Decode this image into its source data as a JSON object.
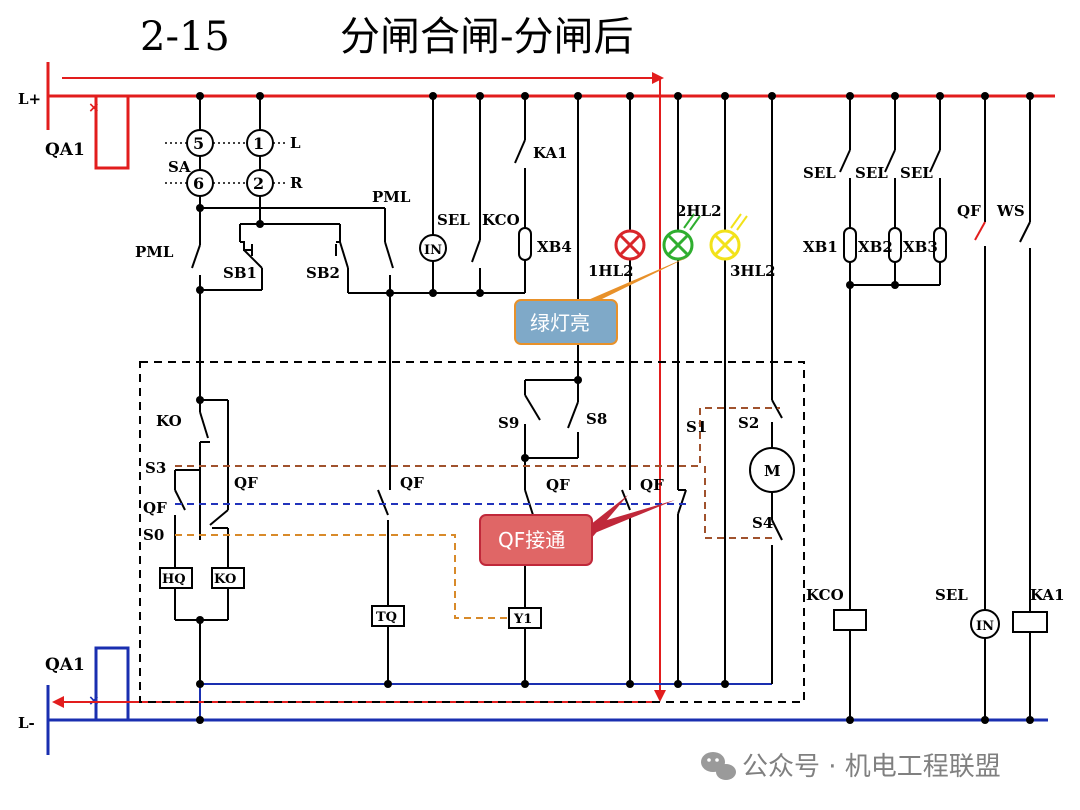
{
  "title": {
    "number": "2-15",
    "text": "分闸合闸-分闸后"
  },
  "bus": {
    "positive": "L+",
    "negative": "L-",
    "breaker_top": "QA1",
    "breaker_bottom": "QA1"
  },
  "switch_sa": {
    "name": "SA",
    "contacts": [
      "5",
      "1",
      "6",
      "2"
    ],
    "side_labels": [
      "L",
      "R"
    ]
  },
  "labels": {
    "pml_top": "PML",
    "pml_left": "PML",
    "sb1": "SB1",
    "sb2": "SB2",
    "sel_mid": "SEL",
    "kco_mid": "KCO",
    "ka1_top": "KA1",
    "xb4": "XB4",
    "in_meter": "IN",
    "hl1": "1HL2",
    "hl2": "2HL2",
    "hl3": "3HL2",
    "ko_top": "KO",
    "s3": "S3",
    "qf_side": "QF",
    "s0": "S0",
    "qf_1": "QF",
    "qf_2": "QF",
    "qf_3": "QF",
    "qf_4": "QF",
    "s9": "S9",
    "s8": "S8",
    "s1": "S1",
    "s2": "S2",
    "s4": "S4",
    "motor": "M",
    "hq": "HQ",
    "ko_box": "KO",
    "tq": "TQ",
    "y1": "Y1",
    "sel_r1": "SEL",
    "sel_r2": "SEL",
    "sel_r3": "SEL",
    "xb1": "XB1",
    "xb2": "XB2",
    "xb3": "XB3",
    "qf_right": "QF",
    "ws": "WS",
    "kco_right": "KCO",
    "sel_right": "SEL",
    "in_right": "IN",
    "ka1_right": "KA1"
  },
  "callouts": {
    "green_lamp": "绿灯亮",
    "qf_on": "QF接通"
  },
  "watermark": "公众号 · 机电工程联盟",
  "colors": {
    "positive_bus": "#e21d1d",
    "negative_bus": "#1a2fb0",
    "callout_fill": "#e06666",
    "callout_border": "#e8912a",
    "callout_border_qf": "#c0283a",
    "lamp_red": "#d9262a",
    "lamp_green": "#2fae2f",
    "lamp_yellow": "#f2e21a",
    "dash_orange": "#d88a2a",
    "dash_blue": "#2233bb",
    "dash_brown": "#a0522d"
  }
}
